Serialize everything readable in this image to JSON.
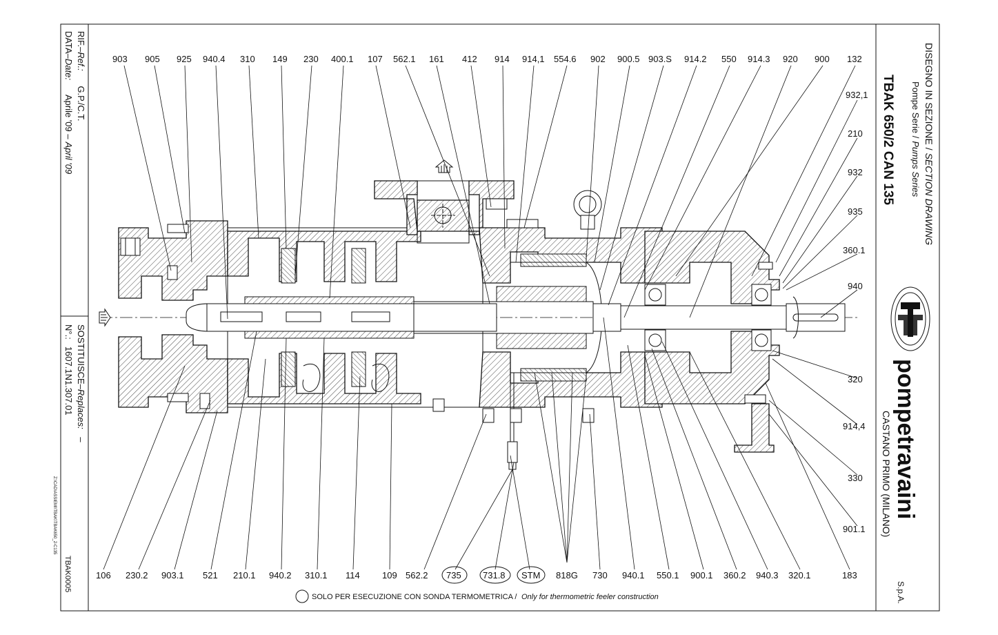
{
  "drawing": {
    "top_labels": [
      "903",
      "905",
      "925",
      "940.4",
      "310",
      "149",
      "230",
      "400.1",
      "107",
      "562.1",
      "161",
      "412",
      "914",
      "914,1",
      "554.6",
      "902",
      "900.5",
      "903.S",
      "914.2",
      "550",
      "914.3",
      "920",
      "900",
      "132"
    ],
    "bottom_labels": [
      "106",
      "230.2",
      "903.1",
      "521",
      "210.1",
      "940.2",
      "310.1",
      "114",
      "109",
      "562.2",
      "735",
      "731.8",
      "STM",
      "818G",
      "730",
      "940.1",
      "550.1",
      "900.1",
      "360.2",
      "940.3",
      "320.1",
      "183"
    ],
    "circled_labels": [
      "735",
      "731.8",
      "STM"
    ],
    "right_labels": [
      "932,1",
      "210",
      "932",
      "935",
      "360.1",
      "940",
      "320",
      "914,4",
      "330",
      "901.1"
    ],
    "legend_note": "SOLO PER ESECUZIONE CON SONDA TERMOMETRICA /",
    "legend_note_en": "Only for thermometric feeler construction"
  },
  "left_strip": {
    "rif_label": "RIF.–",
    "rif_label_en": "Ref.:",
    "rif_value": "G.P./C.T.",
    "data_label": "DATA–",
    "data_label_en": "Date:",
    "data_value": "Aprile '09  –",
    "data_value_en": "April '09",
    "replaces_label": "SOSTITUISCE–",
    "replaces_label_en": "Replaces:",
    "replaces_value": "–",
    "number_label": "N°.:",
    "number_value": "1607.1N1.307.01",
    "path": "Z:\\CAD\\ASSIEMI\\TBAK\\TBAK650_2-C135",
    "code": "TBAK0005"
  },
  "title_block": {
    "heading": "DISEGNO IN SEZIONE /",
    "heading_en": "SECTION DRAWING",
    "subheading": "Pompe Serie /",
    "subheading_en": "Pumps Series",
    "model": "TBAK 650/2 CAN 135",
    "company": "pompetravaini",
    "company_suffix": "S.p.A.",
    "location": "CASTANO PRIMO  (MILANO)"
  }
}
